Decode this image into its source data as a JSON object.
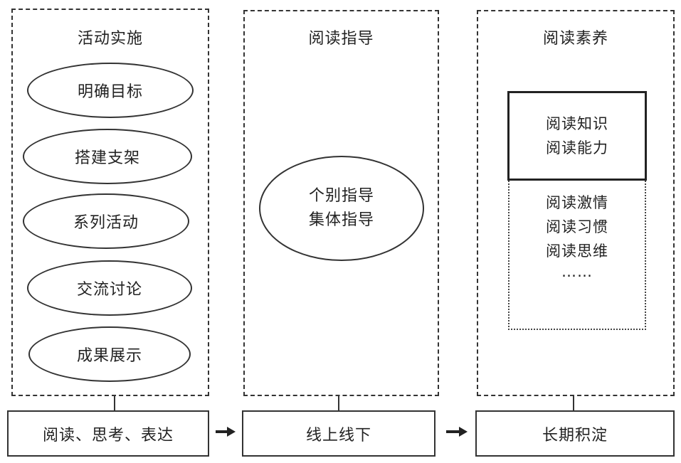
{
  "columns": {
    "activity": {
      "title": "活动实施",
      "steps": [
        "明确目标",
        "搭建支架",
        "系列活动",
        "交流讨论",
        "成果展示"
      ]
    },
    "guidance": {
      "title": "阅读指导",
      "items": [
        "个别指导",
        "集体指导"
      ]
    },
    "literacy": {
      "title": "阅读素养",
      "top_items": [
        "阅读知识",
        "阅读能力"
      ],
      "bottom_items": [
        "阅读激情",
        "阅读习惯",
        "阅读思维",
        "……"
      ]
    }
  },
  "bottom_labels": [
    "阅读、思考、表达",
    "线上线下",
    "长期积淀"
  ]
}
